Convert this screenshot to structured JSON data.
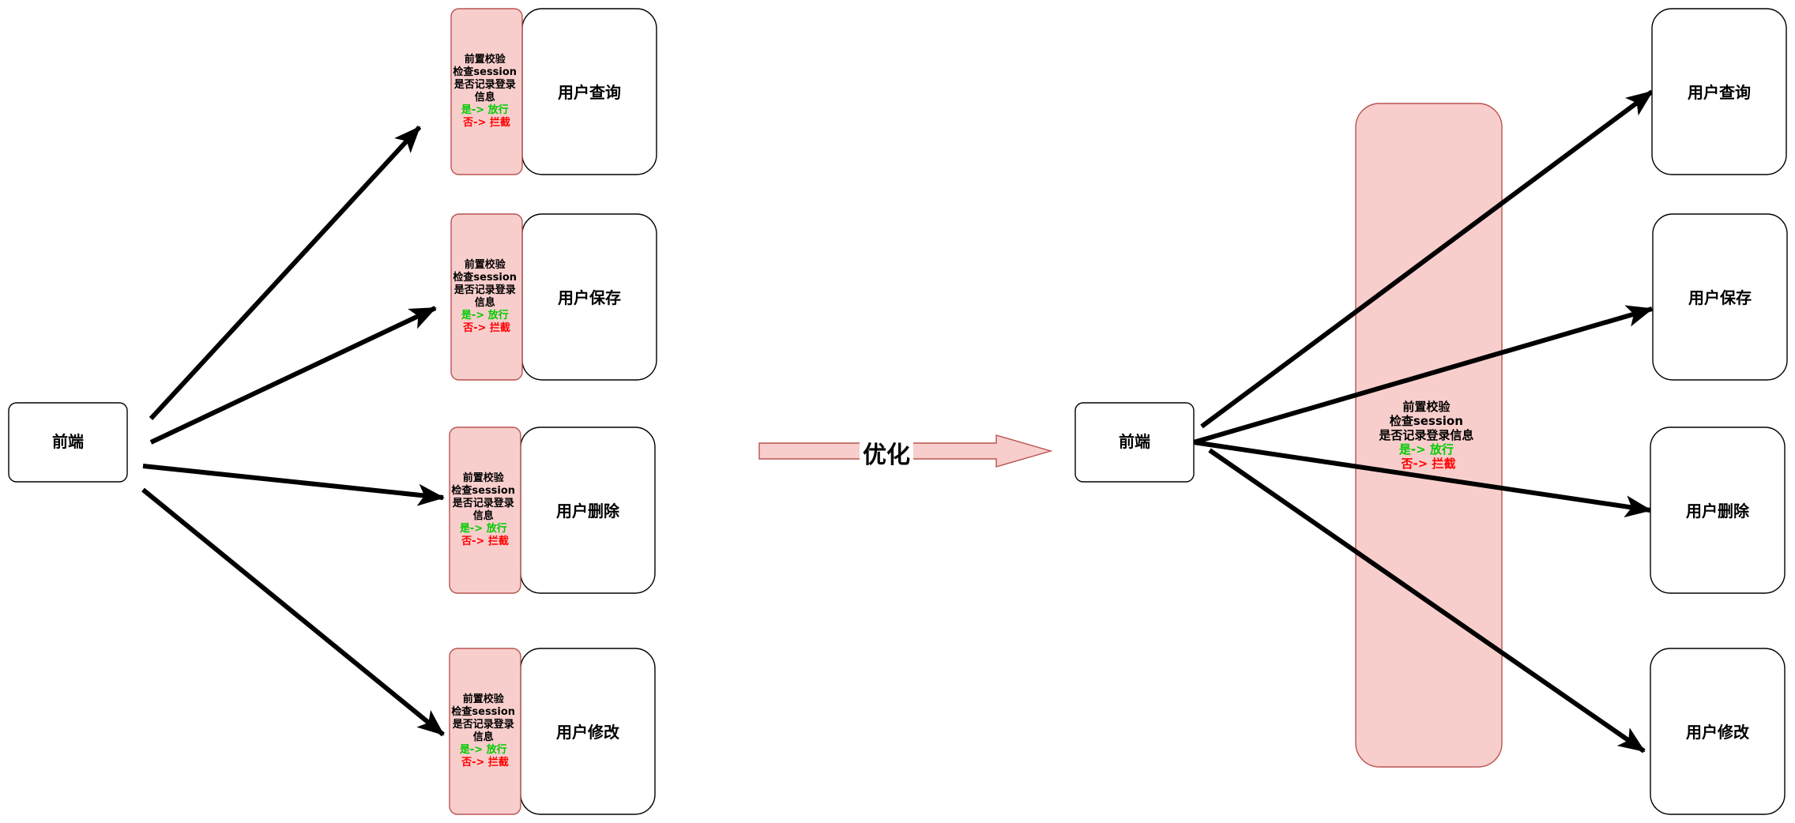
{
  "left": {
    "frontend_label": "前端",
    "services": [
      {
        "interceptor": [
          "前置校验",
          "检查session",
          "是否记录登录",
          "信息"
        ],
        "allow": "是-> 放行",
        "deny": "否-> 拦截",
        "name": "用户查询"
      },
      {
        "interceptor": [
          "前置校验",
          "检查session",
          "是否记录登录",
          "信息"
        ],
        "allow": "是-> 放行",
        "deny": "否-> 拦截",
        "name": "用户保存"
      },
      {
        "interceptor": [
          "前置校验",
          "检查session",
          "是否记录登录",
          "信息"
        ],
        "allow": "是-> 放行",
        "deny": "否-> 拦截",
        "name": "用户删除"
      },
      {
        "interceptor": [
          "前置校验",
          "检查session",
          "是否记录登录",
          "信息"
        ],
        "allow": "是-> 放行",
        "deny": "否-> 拦截",
        "name": "用户修改"
      }
    ]
  },
  "transition": {
    "label": "优化",
    "colors": {
      "fill": "#f8cecc",
      "stroke": "#b85450"
    }
  },
  "right": {
    "frontend_label": "前端",
    "interceptor": {
      "lines": [
        "前置校验",
        "检查session",
        "是否记录登录信息"
      ],
      "allow": "是-> 放行",
      "deny": "否-> 拦截"
    },
    "services": [
      {
        "name": "用户查询"
      },
      {
        "name": "用户保存"
      },
      {
        "name": "用户删除"
      },
      {
        "name": "用户修改"
      }
    ]
  },
  "colors": {
    "interceptor_fill": "#f8cecc",
    "interceptor_stroke": "#b85450",
    "allow": "#00cc00",
    "deny": "#ff0000"
  }
}
